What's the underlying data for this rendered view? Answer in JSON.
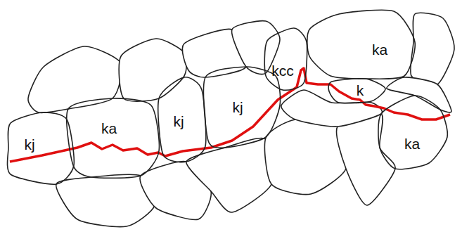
{
  "diagram": {
    "nodes": [
      {
        "text": [
          "kj"
        ]
      },
      {
        "text": [
          "ka"
        ]
      },
      {
        "text": [
          "kj"
        ]
      },
      {
        "text": [
          "kj"
        ]
      },
      {
        "text": [
          "kcc"
        ]
      },
      {
        "text": [
          "ka"
        ]
      },
      {
        "text": [
          "k"
        ]
      },
      {
        "text": [
          "ka"
        ]
      }
    ]
  }
}
